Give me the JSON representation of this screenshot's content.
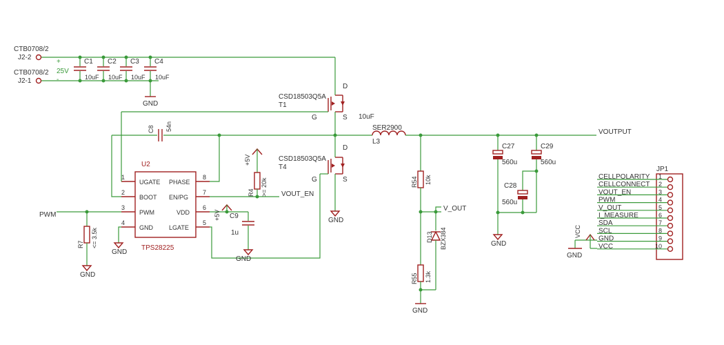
{
  "connectors": {
    "j2_2_ref": "CTB0708/2",
    "j2_2_pin": "J2-2",
    "j2_1_ref": "CTB0708/2",
    "j2_1_pin": "J2-1",
    "plus": "+",
    "minus": "-",
    "voltage": "25V"
  },
  "caps_in": [
    {
      "ref": "C1",
      "value": "10uF"
    },
    {
      "ref": "C2",
      "value": "10uF"
    },
    {
      "ref": "C3",
      "value": "10uF"
    },
    {
      "ref": "C4",
      "value": "10uF"
    }
  ],
  "gnd": "GND",
  "mosfets": {
    "t1_part": "CSD18503Q5A",
    "t1_ref": "T1",
    "t4_part": "CSD18503Q5A",
    "t4_ref": "T4",
    "d": "D",
    "s": "S",
    "g": "G"
  },
  "c8": {
    "ref": "C8",
    "value": "54n"
  },
  "inductor": {
    "above": "10uF",
    "part": "SER2900",
    "ref": "L3"
  },
  "vout_net": "VOUTPUT",
  "ic": {
    "ref": "U2",
    "part": "TPS28225",
    "pins_left": [
      {
        "num": "1",
        "name": "UGATE"
      },
      {
        "num": "2",
        "name": "BOOT"
      },
      {
        "num": "3",
        "name": "PWM"
      },
      {
        "num": "4",
        "name": "GND"
      }
    ],
    "pins_right": [
      {
        "num": "8",
        "name": "PHASE"
      },
      {
        "num": "7",
        "name": "EN/PG"
      },
      {
        "num": "6",
        "name": "VDD"
      },
      {
        "num": "5",
        "name": "LGATE"
      }
    ]
  },
  "r4": {
    "ref": "R4",
    "value": ">= 20k",
    "supply": "+5V"
  },
  "vout_en": "VOUT_EN",
  "pwm": "PWM",
  "r7": {
    "ref": "R7",
    "value": "<= 3.5k"
  },
  "c9": {
    "ref": "C9",
    "value": "1u",
    "supply": "+5V"
  },
  "r54": {
    "ref": "R54",
    "value": "10k"
  },
  "r55": {
    "ref": "R55",
    "value": "1.3k"
  },
  "d13": {
    "ref": "D13",
    "value": "BZX384"
  },
  "v_out": "V_OUT",
  "caps_out": [
    {
      "ref": "C27",
      "value": "560u"
    },
    {
      "ref": "C29",
      "value": "560u"
    },
    {
      "ref": "C28",
      "value": "560u"
    }
  ],
  "jp1": {
    "ref": "JP1",
    "pins": [
      {
        "num": "1",
        "net": "CELLPOLARITY"
      },
      {
        "num": "2",
        "net": "CELLCONNECT"
      },
      {
        "num": "3",
        "net": "VOUT_EN"
      },
      {
        "num": "4",
        "net": "PWM"
      },
      {
        "num": "5",
        "net": "V_OUT"
      },
      {
        "num": "6",
        "net": "I_MEASURE"
      },
      {
        "num": "7",
        "net": "SDA"
      },
      {
        "num": "8",
        "net": "SCL"
      },
      {
        "num": "9",
        "net": "GND"
      },
      {
        "num": "10",
        "net": "VCC"
      }
    ]
  },
  "vcc": "VCC"
}
